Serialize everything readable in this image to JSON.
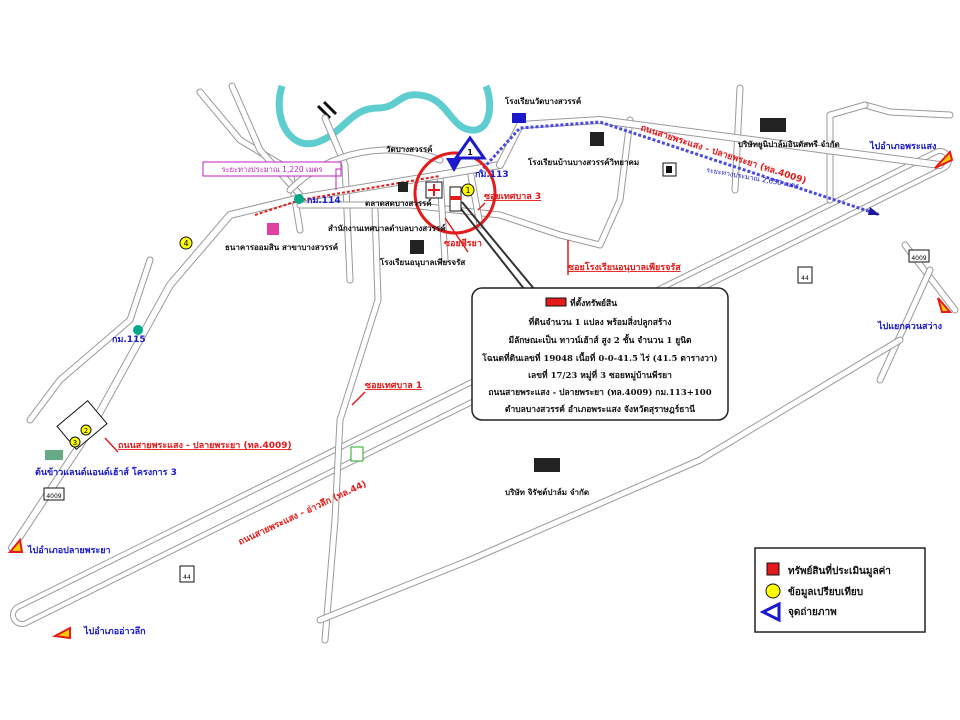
{
  "colors": {
    "subject": "#e31b1b",
    "compare": "#ffff00",
    "river": "#5ecdd0",
    "route": "#4a4ae0",
    "label_red": "#e31b1b",
    "label_blue": "#1a1acc",
    "distance_label": "#c020c0"
  },
  "map": {
    "places": {
      "wat": "วัดบางสวรรค์",
      "school_wat": "โรงเรียนวัดบางสวรรค์",
      "school_ban": "โรงเรียนบ้านบางสวรรค์วิทยาคม",
      "market": "ตลาดสดบางสวรรค์",
      "municipal": "สำนักงานเทศบาลตำบลบางสวรรค์",
      "kindergarten": "โรงเรียนอนุบาลเพียรจรัส",
      "bank": "ธนาคารออมสิน สาขาบางสวรรค์",
      "factory1": "บริษัทยูนิปาล์มอินดัสทรี จำกัด",
      "factory2": "บริษัท จิรัชต์ปาล์ม จำกัด",
      "housing": "ต้นข้าวแลนด์แอนด์เฮ้าส์ โครงการ 3",
      "km114": "กม.114",
      "km113": "กม.113",
      "km115": "กม.115"
    },
    "roads": {
      "soi3": "ซอยเทศบาล 3",
      "soi1": "ซอยเทศบาล 1",
      "soi_school": "ซอยโรงเรียนอนุบาลเพียรจรัส",
      "soi_pheeraya": "ซอยพีรยา",
      "road4009_ne": "ถนนสายพระแสง - ปลายพระยา (ทล.4009)",
      "road4009_sw": "ถนนสายพระแสง - ปลายพระยา (ทล.4009)",
      "road44": "ถนนสายพระแสง - อ่าวลึก (ทล.44)",
      "shield44a": "44",
      "shield44b": "44",
      "shield4009a": "4009",
      "shield4009b": "4009"
    },
    "distances": {
      "west": "ระยะทางประมาณ 1,220 เมตร",
      "east": "ระยะทางประมาณ 2,650 เมตร"
    },
    "directions": {
      "phrasaeng": "ไปอำเภอพระแสง",
      "khuansawang": "ไปแยกควนสว่าง",
      "plaiphraya": "ไปอำเภอปลายพระยา",
      "aoluek": "ไปอำเภออ่าวลึก"
    },
    "markers": {
      "photo": "1",
      "compare1": "1",
      "compare2": "2",
      "compare3": "3",
      "compare4": "4"
    }
  },
  "callout": {
    "title": "ที่ตั้งทรัพย์สิน",
    "lines": [
      "ที่ดินจำนวน 1 แปลง พร้อมสิ่งปลูกสร้าง",
      "มีลักษณะเป็น ทาวน์เฮ้าส์ สูง 2 ชั้น จำนวน 1 ยูนิต",
      "โฉนดที่ดินเลขที่ 19048 เนื้อที่ 0-0-41.5 ไร่ (41.5 ตารางวา)",
      "เลขที่ 17/23 หมู่ที่ 3 ซอยหมู่บ้านพีรยา",
      "ถนนสายพระแสง - ปลายพระยา (ทล.4009) กม.113+100",
      "ตำบลบางสวรรค์ อำเภอพระแสง จังหวัดสุราษฎร์ธานี"
    ]
  },
  "legend": {
    "items": [
      {
        "icon": "red-square",
        "label": "ทรัพย์สินที่ประเมินมูลค่า"
      },
      {
        "icon": "yellow-circle",
        "label": "ข้อมูลเปรียบเทียบ"
      },
      {
        "icon": "blue-triangle",
        "label": "จุดถ่ายภาพ"
      }
    ]
  }
}
